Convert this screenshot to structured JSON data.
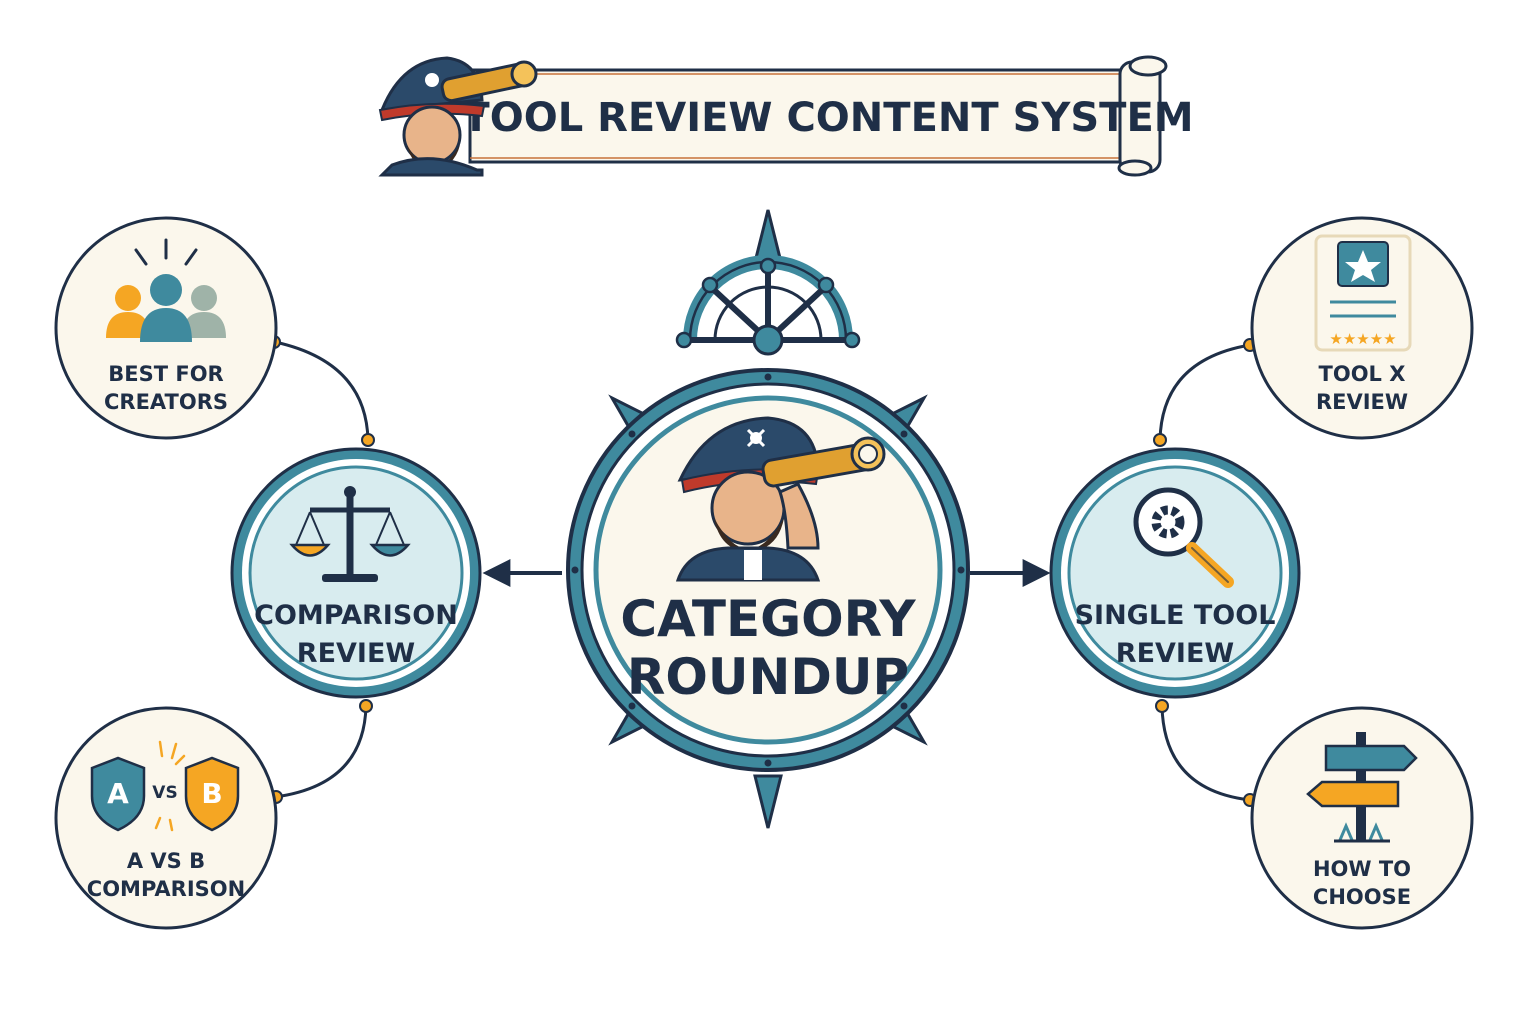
{
  "title": "TOOL REVIEW CONTENT SYSTEM",
  "colors": {
    "navy": "#1f2f47",
    "teal": "#3f8a9e",
    "teal_dark": "#2b6e82",
    "teal_light": "#d8ecef",
    "cream": "#fbf7ec",
    "orange": "#f5a623",
    "ring_white": "#ffffff"
  },
  "center": {
    "line1": "CATEGORY",
    "line2": "ROUNDUP",
    "icon": "pirate-spyglass-icon"
  },
  "left_hub": {
    "line1": "COMPARISON",
    "line2": "REVIEW",
    "icon": "balance-scale-icon"
  },
  "right_hub": {
    "line1": "SINGLE TOOL",
    "line2": "REVIEW",
    "icon": "magnifier-gear-icon"
  },
  "nodes": {
    "top_left": {
      "line1": "BEST FOR",
      "line2": "CREATORS",
      "icon": "people-group-icon"
    },
    "bottom_left": {
      "line1": "A VS B",
      "line2": "COMPARISON",
      "icon": "a-vs-b-shields-icon",
      "a": "A",
      "vs": "VS",
      "b": "B"
    },
    "top_right": {
      "line1": "TOOL X",
      "line2": "REVIEW",
      "icon": "rating-card-icon",
      "stars": "★★★★★"
    },
    "bottom_right": {
      "line1": "HOW TO",
      "line2": "CHOOSE",
      "icon": "signpost-icon"
    }
  }
}
